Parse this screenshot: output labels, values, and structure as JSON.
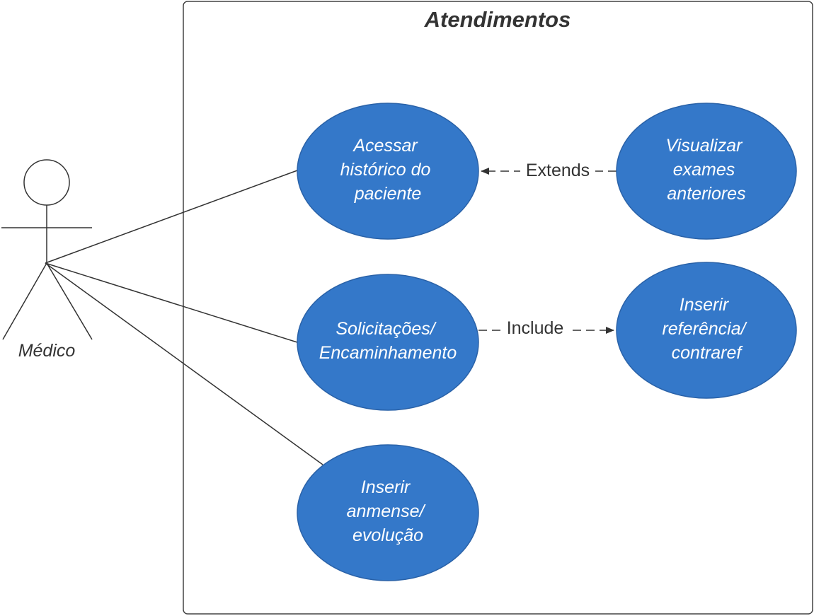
{
  "system": {
    "title": "Atendimentos"
  },
  "actor": {
    "name": "Médico"
  },
  "use_cases": {
    "acessar_historico": [
      "Acessar",
      "histórico do",
      "paciente"
    ],
    "visualizar_exames": [
      "Visualizar",
      "exames",
      "anteriores"
    ],
    "solicitacoes": [
      "Solicitações/",
      "Encaminhamento"
    ],
    "inserir_referencia": [
      "Inserir",
      "referência/",
      "contraref"
    ],
    "inserir_anamnese": [
      "Inserir",
      "anmense/",
      "evolução"
    ]
  },
  "relationships": {
    "extends_label": "Extends",
    "include_label": "Include"
  },
  "colors": {
    "use_case_fill": "#3478c9",
    "use_case_stroke": "#2a62a8",
    "line": "#333333",
    "boundary": "#444444"
  }
}
